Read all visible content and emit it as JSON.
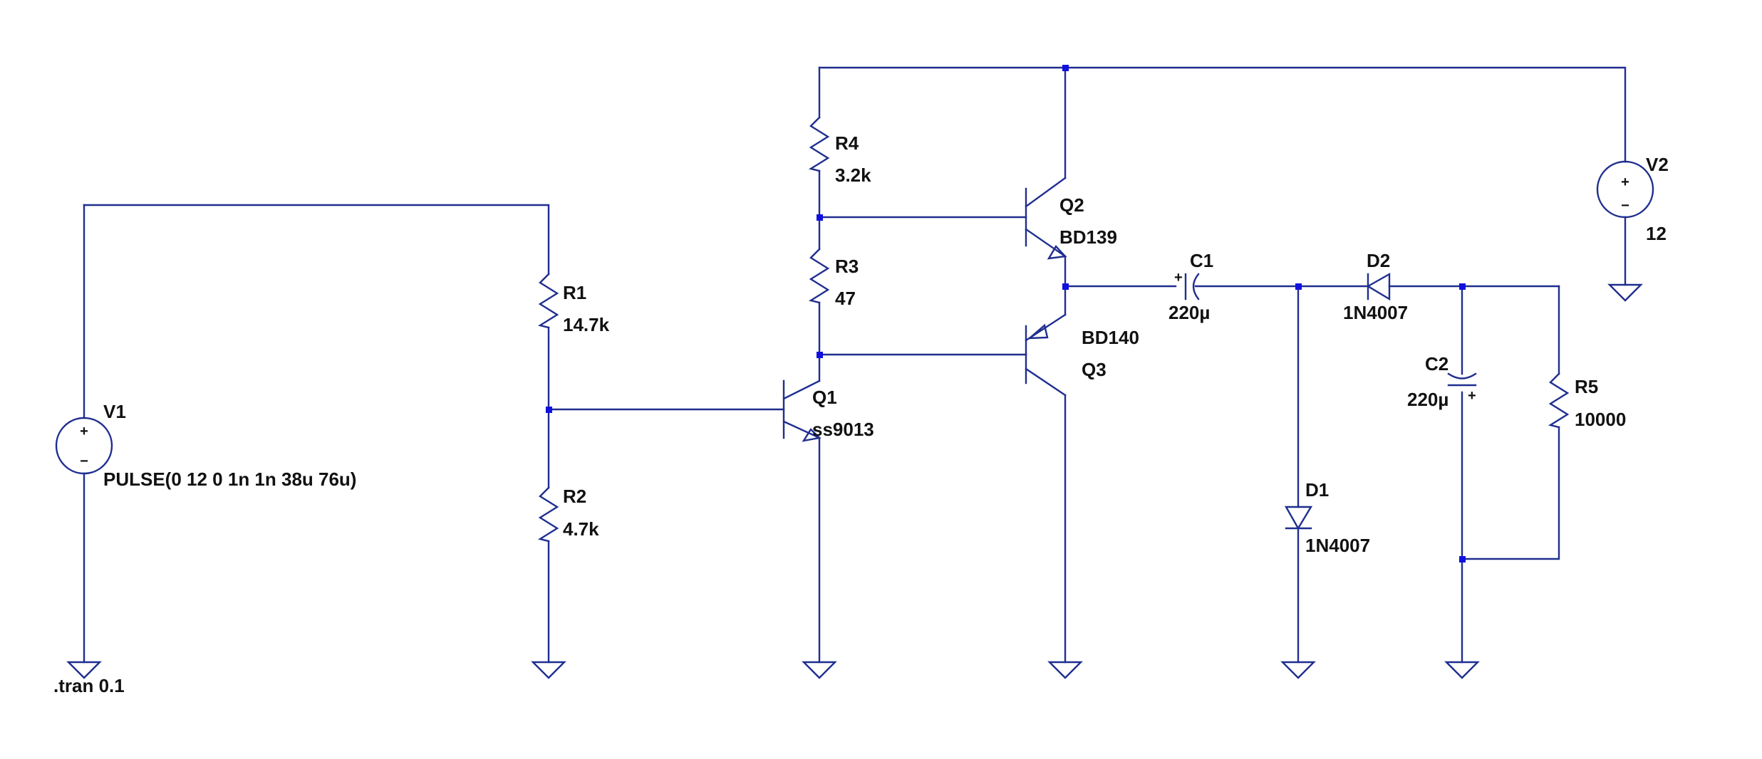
{
  "colors": {
    "wire": "#1f2e8f",
    "junction": "#1010e0",
    "text": "#111111",
    "background": "#ffffff"
  },
  "components": {
    "V1": {
      "ref": "V1",
      "value": "PULSE(0 12 0 1n 1n 38u 76u)"
    },
    "V2": {
      "ref": "V2",
      "value": "12"
    },
    "R1": {
      "ref": "R1",
      "value": "14.7k"
    },
    "R2": {
      "ref": "R2",
      "value": "4.7k"
    },
    "R3": {
      "ref": "R3",
      "value": "47"
    },
    "R4": {
      "ref": "R4",
      "value": "3.2k"
    },
    "R5": {
      "ref": "R5",
      "value": "10000"
    },
    "Q1": {
      "ref": "Q1",
      "value": "ss9013"
    },
    "Q2": {
      "ref": "Q2",
      "value": "BD139"
    },
    "Q3": {
      "ref": "Q3",
      "value": "BD140"
    },
    "C1": {
      "ref": "C1",
      "value": "220µ"
    },
    "C2": {
      "ref": "C2",
      "value": "220µ"
    },
    "D1": {
      "ref": "D1",
      "value": "1N4007"
    },
    "D2": {
      "ref": "D2",
      "value": "1N4007"
    }
  },
  "directive": ".tran 0.1",
  "symbols": {
    "plus": "+",
    "minus": "−"
  }
}
